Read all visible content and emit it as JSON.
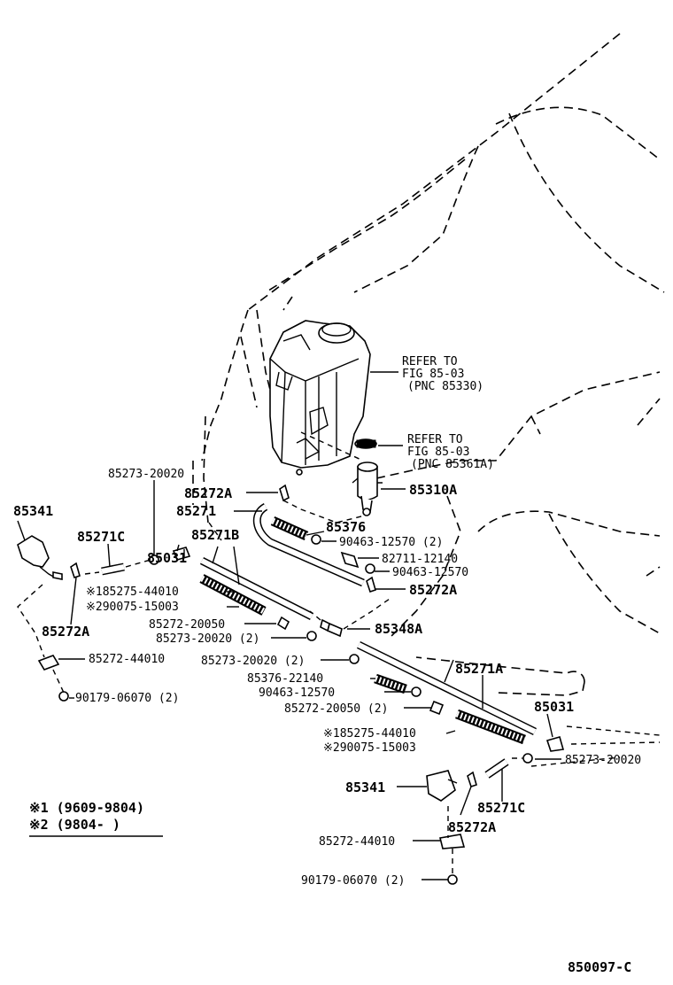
{
  "diagram_id": "850097-C",
  "notes": {
    "note1": "※1 (9609-9804)",
    "note2": "※2 (9804-      )"
  },
  "labels": {
    "refer1_line1": "REFER TO",
    "refer1_line2": "FIG 85-03",
    "refer1_line3": "(PNC 85330)",
    "refer2_line1": "REFER TO",
    "refer2_line2": "FIG 85-03",
    "refer2_line3": "(PNC 85361A)",
    "p85273_20020_top": "85273-20020",
    "p85341_left": "85341",
    "p85272A_1": "85272A",
    "p85271": "85271",
    "p85310A": "85310A",
    "p85376": "85376",
    "p85271C_left": "85271C",
    "p85271B": "85271B",
    "p90463_12570_a": "90463-12570 (2)",
    "p82711_12140": "82711-12140",
    "p85031_left": "85031",
    "p90463_12570_b": "90463-12570",
    "p85275_44010_a": "※185275-44010",
    "p85272A_2": "85272A",
    "p90075_15003_a": "※290075-15003",
    "p85272_20050_a": "85272-20050",
    "p85272A_left": "85272A",
    "p85273_20020_b": "85273-20020 (2)",
    "p85348A": "85348A",
    "p85272_44010_left": "85272-44010",
    "p85271A": "85271A",
    "p85273_20020_c": "85273-20020 (2)",
    "p85376_22140": "85376-22140",
    "p90179_06070_left": "90179-06070 (2)",
    "p90463_12570_c": "90463-12570",
    "p85031_right": "85031",
    "p85272_20050_b": "85272-20050 (2)",
    "p85275_44010_b": "※185275-44010",
    "p90075_15003_b": "※290075-15003",
    "p85273_20020_right": "85273-20020",
    "p85341_right": "85341",
    "p85271C_right": "85271C",
    "p85272A_right": "85272A",
    "p85272_44010_right": "85272-44010",
    "p90179_06070_right": "90179-06070 (2)"
  }
}
